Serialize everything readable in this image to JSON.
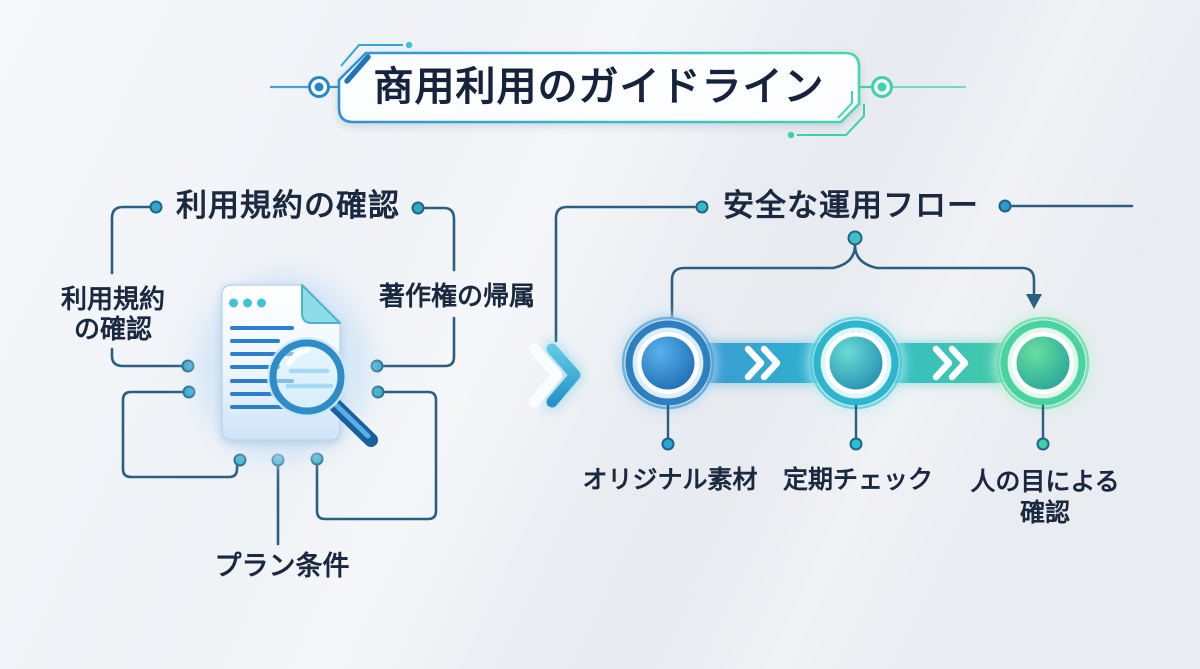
{
  "title": "商用利用のガイドライン",
  "left_section": {
    "heading": "利用規約の確認",
    "label_terms_line1": "利用規約",
    "label_terms_line2": "の確認",
    "label_copyright": "著作権の帰属",
    "label_plan": "プラン条件"
  },
  "right_section": {
    "heading": "安全な運用フロー",
    "steps": [
      {
        "label": "オリジナル素材"
      },
      {
        "label": "定期チェック"
      },
      {
        "label": "人の目による",
        "label_line2": "確認"
      }
    ]
  },
  "colors": {
    "text": "#1a2840",
    "connector_line": "#2a5f7f",
    "accent_blue": "#2f8fd6",
    "accent_teal": "#38bcc6",
    "accent_green": "#4cd6a6",
    "node1": "#2e7fc0",
    "node2": "#2cb5cd",
    "node3": "#49d2a2"
  }
}
